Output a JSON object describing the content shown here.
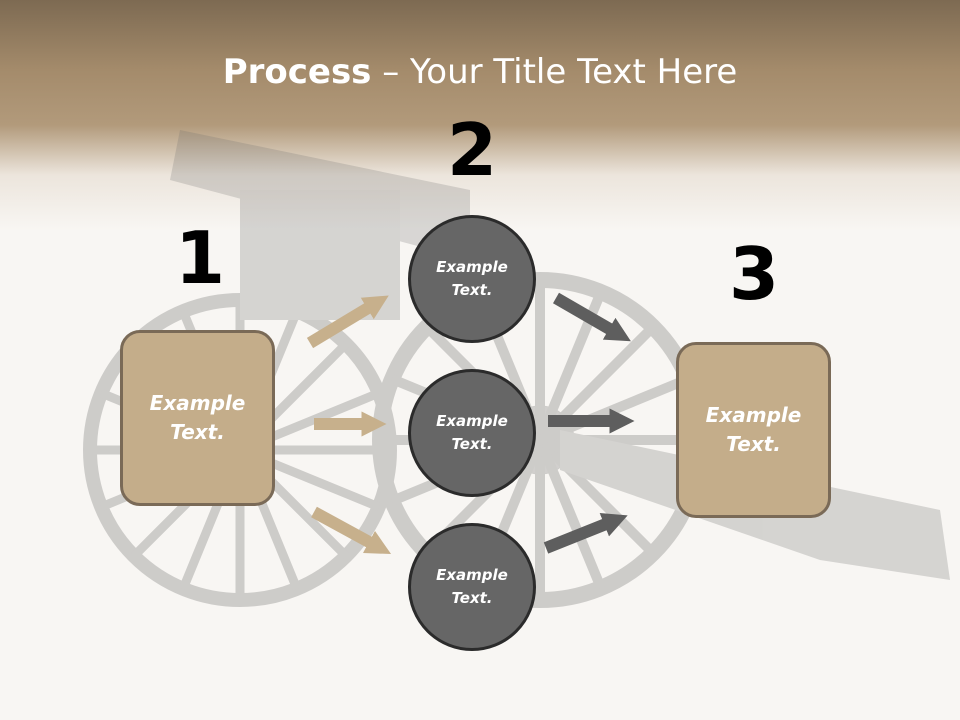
{
  "title": {
    "bold": "Process",
    "rest": " – Your Title Text Here"
  },
  "steps": {
    "one": "1",
    "two": "2",
    "three": "3"
  },
  "left_box": {
    "line1": "Example",
    "line2": "Text."
  },
  "right_box": {
    "line1": "Example",
    "line2": "Text."
  },
  "circles": [
    {
      "line1": "Example",
      "line2": "Text."
    },
    {
      "line1": "Example",
      "line2": "Text."
    },
    {
      "line1": "Example",
      "line2": "Text."
    }
  ],
  "colors": {
    "box_fill": "#c4ad8a",
    "circle_fill": "#666666",
    "tan_arrow": "#c7b08c",
    "gray_arrow": "#5e5e5e"
  }
}
